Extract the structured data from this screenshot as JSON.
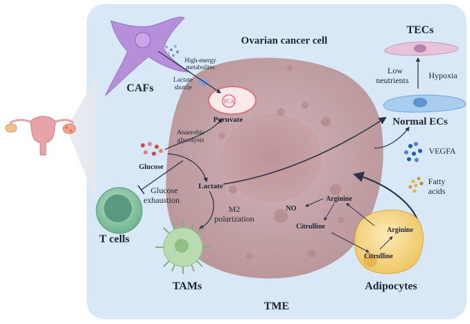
{
  "labels": {
    "main_cell": "Ovarian cancer cell",
    "tme": "TME",
    "cafs": "CAFs",
    "high_energy_1": "High-energy",
    "high_energy_2": "metabolites",
    "lactate_shuttle_1": "Lactate",
    "lactate_shuttle_2": "shuttle",
    "tca": "TCA",
    "pyruvate": "Pyruvate",
    "anaerobic_1": "Anaerobic",
    "anaerobic_2": "glycolysis",
    "glucose": "Glucose",
    "lactate": "Lactate",
    "glucose_exhaustion_1": "Glucose",
    "glucose_exhaustion_2": "exhaustion",
    "t_cells": "T cells",
    "m2_1": "M2",
    "m2_2": "polarization",
    "tams": "TAMs",
    "tecs": "TECs",
    "low_nutrients_1": "Low",
    "low_nutrients_2": "neutrients",
    "hypoxia": "Hypoxia",
    "normal_ecs": "Normal ECs",
    "vegfa": "VEGFA",
    "fatty_acids_1": "Fatty",
    "fatty_acids_2": "acids",
    "no": "NO",
    "arginine_cell": "Arginine",
    "citrulline_cell": "Citrulline",
    "arginine_adipo": "Arginine",
    "citrulline_adipo": "Citrulline",
    "adipocytes": "Adipocytes"
  },
  "colors": {
    "tme_background": "#d9e8f6",
    "tumor_cell": "#c4a5a9",
    "caf": "#b58fd9",
    "t_cell": "#8cc6a6",
    "tam": "#b8dcb0",
    "normal_ec": "#a9cdef",
    "tec": "#e6c3d8",
    "adipocyte": "#f3d58a",
    "arrow": "#2b3447"
  }
}
